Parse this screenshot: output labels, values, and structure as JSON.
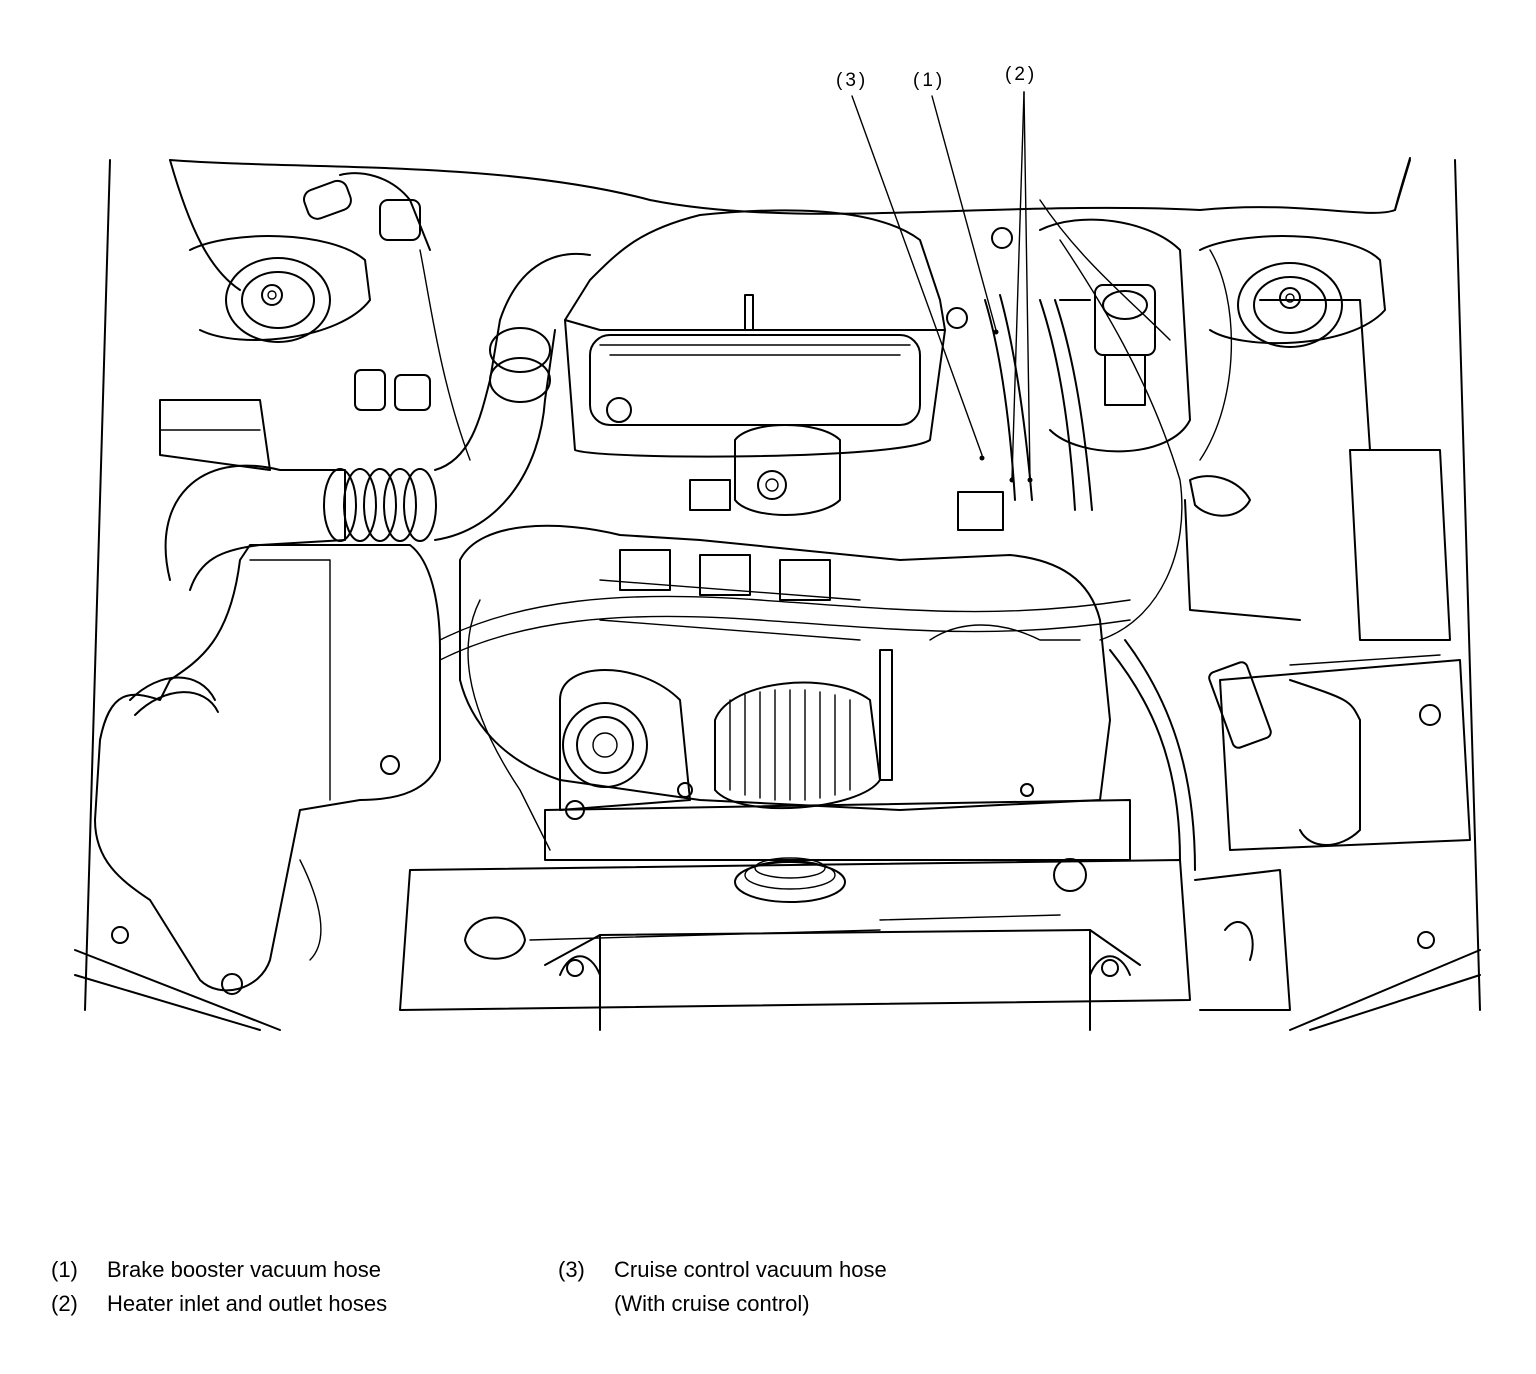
{
  "callouts": [
    {
      "id": "3",
      "label": "(3)"
    },
    {
      "id": "1",
      "label": "(1)"
    },
    {
      "id": "2",
      "label": "(2)"
    }
  ],
  "legend": {
    "left": [
      {
        "num": "(1)",
        "text": "Brake booster vacuum hose"
      },
      {
        "num": "(2)",
        "text": "Heater inlet and outlet hoses"
      }
    ],
    "right": [
      {
        "num": "(3)",
        "text": "Cruise control vacuum hose"
      },
      {
        "num": "",
        "text": "(With cruise control)"
      }
    ]
  }
}
